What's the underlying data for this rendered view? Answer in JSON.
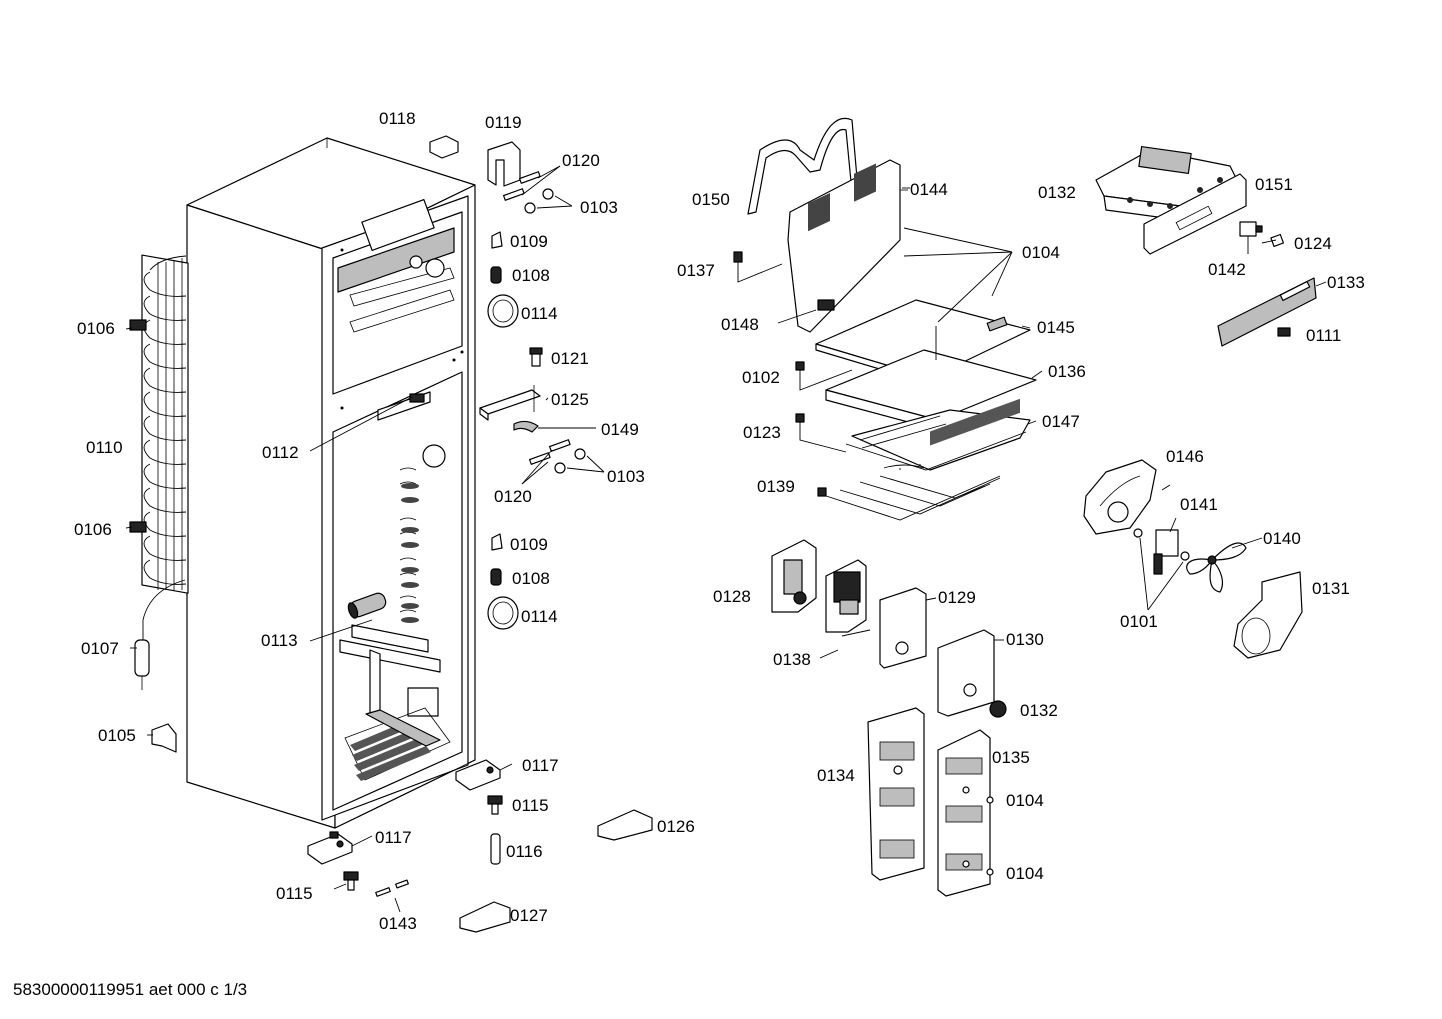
{
  "footer_code": "58300000119951 aet 000 c 1/3",
  "labels": {
    "l0118": "0118",
    "l0119": "0119",
    "l0120a": "0120",
    "l0103a": "0103",
    "l0109a": "0109",
    "l0108a": "0108",
    "l0114a": "0114",
    "l0121": "0121",
    "l0125": "0125",
    "l0149": "0149",
    "l0103b": "0103",
    "l0120b": "0120",
    "l0109b": "0109",
    "l0108b": "0108",
    "l0114b": "0114",
    "l0106a": "0106",
    "l0110": "0110",
    "l0106b": "0106",
    "l0107": "0107",
    "l0105": "0105",
    "l0112": "0112",
    "l0113": "0113",
    "l0117a": "0117",
    "l0115a": "0115",
    "l0117b": "0117",
    "l0116": "0116",
    "l0115b": "0115",
    "l0143": "0143",
    "l0126": "0126",
    "l0127": "0127",
    "l0150": "0150",
    "l0144": "0144",
    "l0104a": "0104",
    "l0137": "0137",
    "l0148": "0148",
    "l0145": "0145",
    "l0102": "0102",
    "l0136": "0136",
    "l0123": "0123",
    "l0147": "0147",
    "l0139": "0139",
    "l0128": "0128",
    "l0129": "0129",
    "l0138": "0138",
    "l0130": "0130",
    "l0132b": "0132",
    "l0134": "0134",
    "l0135": "0135",
    "l0104b": "0104",
    "l0104c": "0104",
    "l0132a": "0132",
    "l0151": "0151",
    "l0124": "0124",
    "l0142": "0142",
    "l0133": "0133",
    "l0111": "0111",
    "l0146": "0146",
    "l0141": "0141",
    "l0140": "0140",
    "l0101": "0101",
    "l0131": "0131"
  }
}
